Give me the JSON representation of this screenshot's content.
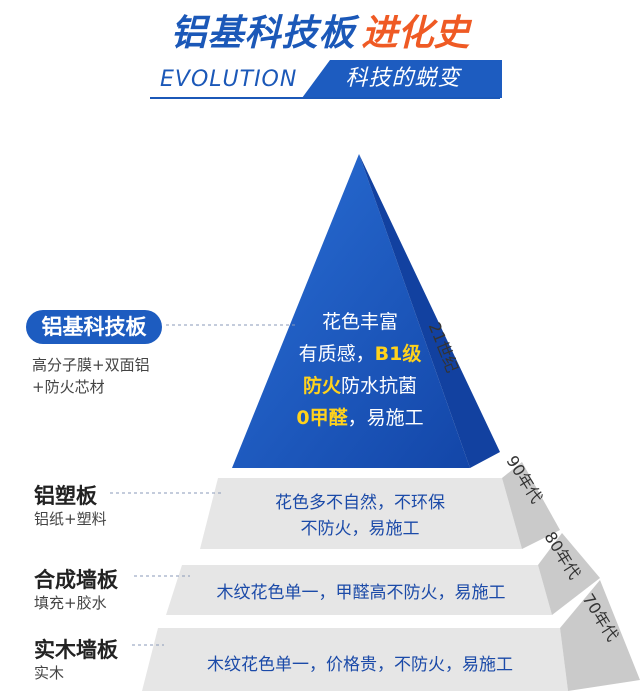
{
  "header": {
    "title_main": "铝基科技板",
    "title_accent": "进化史",
    "subtitle_en": "EVOLUTION",
    "subtitle_cn": "科技的蜕变"
  },
  "pyramid": {
    "top": {
      "line1": "花色丰富",
      "line2_pre": "有质感，",
      "line2_hl": "B1级",
      "line3_hl": "防火",
      "line3_post": "防水抗菌",
      "line4_hl": "0甲醛",
      "line4_post": "，易施工",
      "era": "21世纪"
    },
    "tier2": {
      "line1": "花色多不自然，不环保",
      "line2": "不防火，易施工",
      "era": "90年代"
    },
    "tier3": {
      "line1": "木纹花色单一，甲醛高不防火，易施工",
      "era": "80年代"
    },
    "tier4": {
      "line1": "木纹花色单一，价格贵，不防火，易施工",
      "era": "70年代"
    }
  },
  "labels": [
    {
      "name": "铝基科技板",
      "sub1": "高分子膜+双面铝",
      "sub2": "+防火芯材"
    },
    {
      "name": "铝塑板",
      "sub1": "铝纸+塑料"
    },
    {
      "name": "合成墙板",
      "sub1": "填充+胶水"
    },
    {
      "name": "实木墙板",
      "sub1": "实木"
    }
  ],
  "colors": {
    "blue": "#1b58b8",
    "accent": "#ef5a24",
    "highlight": "#ffd21c",
    "tier_face": "#e7e7e7",
    "tier_side": "#c9c9c9"
  }
}
